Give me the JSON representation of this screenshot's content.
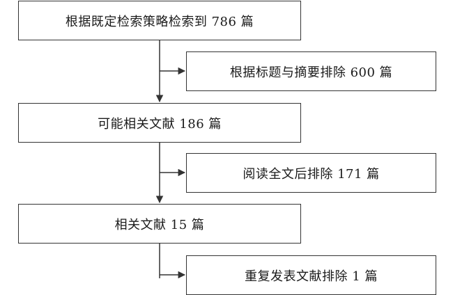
{
  "flowchart": {
    "steps": [
      {
        "id": "search",
        "label": "根据既定检索策略检索到 786 篇"
      },
      {
        "id": "possible",
        "label": "可能相关文献 186 篇"
      },
      {
        "id": "relevant",
        "label": "相关文献 15 篇"
      }
    ],
    "exclusions": [
      {
        "id": "exclude-1",
        "label": "根据标题与摘要排除 600 篇"
      },
      {
        "id": "exclude-2",
        "label": "阅读全文后排除 171 篇"
      },
      {
        "id": "exclude-3",
        "label": "重复发表文献排除 1 篇"
      }
    ],
    "colors": {
      "line": "#333333",
      "border": "#333333",
      "text": "#1a1a1a"
    }
  }
}
